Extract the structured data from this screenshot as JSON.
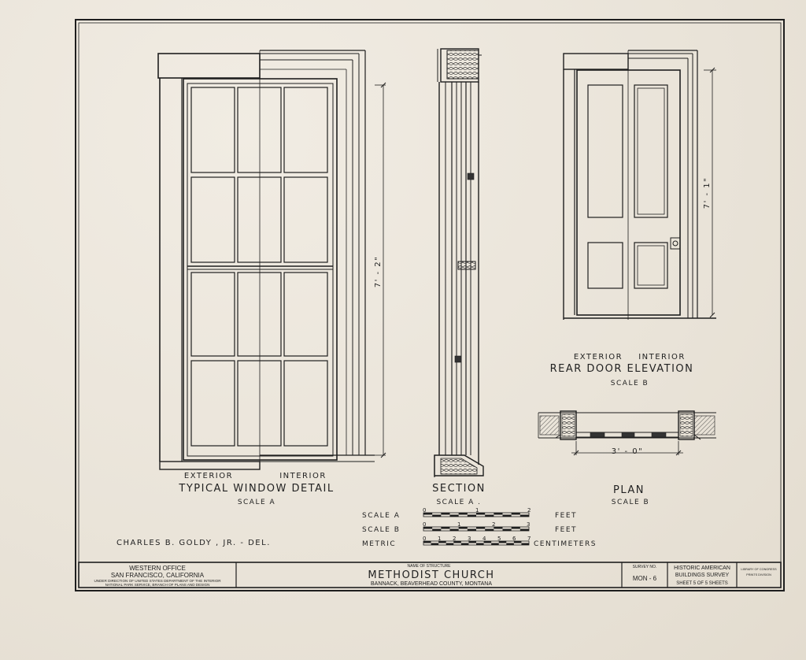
{
  "window": {
    "exterior": "EXTERIOR",
    "interior": "INTERIOR",
    "title": "TYPICAL WINDOW DETAIL",
    "scale": "SCALE A",
    "dimension": "7' - 2\""
  },
  "section": {
    "title": "SECTION",
    "scale": "SCALE A ."
  },
  "door": {
    "exterior": "EXTERIOR",
    "interior": "INTERIOR",
    "title": "REAR DOOR ELEVATION",
    "scale": "SCALE B",
    "dimension": "7' - 1\""
  },
  "plan": {
    "title": "PLAN",
    "scale": "SCALE B",
    "dimension": "3' - 0\""
  },
  "scales": {
    "a_label": "SCALE A",
    "b_label": "SCALE B",
    "metric_label": "METRIC",
    "feet": "FEET",
    "centimeters": "CENTIMETERS",
    "a_ticks": [
      "0",
      "1",
      "2"
    ],
    "b_ticks": [
      "0",
      "1",
      "2",
      "3"
    ],
    "metric_ticks": [
      "0",
      "1",
      "2",
      "3",
      "4",
      "5",
      "6",
      "7"
    ]
  },
  "delineator": "CHARLES B. GOLDY , JR. - DEL.",
  "title_block": {
    "office_1": "WESTERN OFFICE",
    "office_2": "SAN FRANCISCO, CALIFORNIA",
    "office_3": "UNDER DIRECTION OF UNITED STATES DEPARTMENT OF THE INTERIOR",
    "office_4": "NATIONAL PARK SERVICE, BRANCH OF PLANS AND DESIGN",
    "name_caption": "NAME OF STRUCTURE",
    "structure_name": "METHODIST CHURCH",
    "location": "BANNACK, BEAVERHEAD COUNTY, MONTANA",
    "survey_caption": "SURVEY NO.",
    "survey_no": "MON - 6",
    "habs_1": "HISTORIC AMERICAN",
    "habs_2": "BUILDINGS SURVEY",
    "sheet_text": "SHEET 5 OF 5 SHEETS",
    "library_1": "LIBRARY OF CONGRESS",
    "library_2": "PRINTS DIVISION"
  },
  "colors": {
    "ink": "#1e1e1e",
    "paper": "#ece6dc"
  }
}
